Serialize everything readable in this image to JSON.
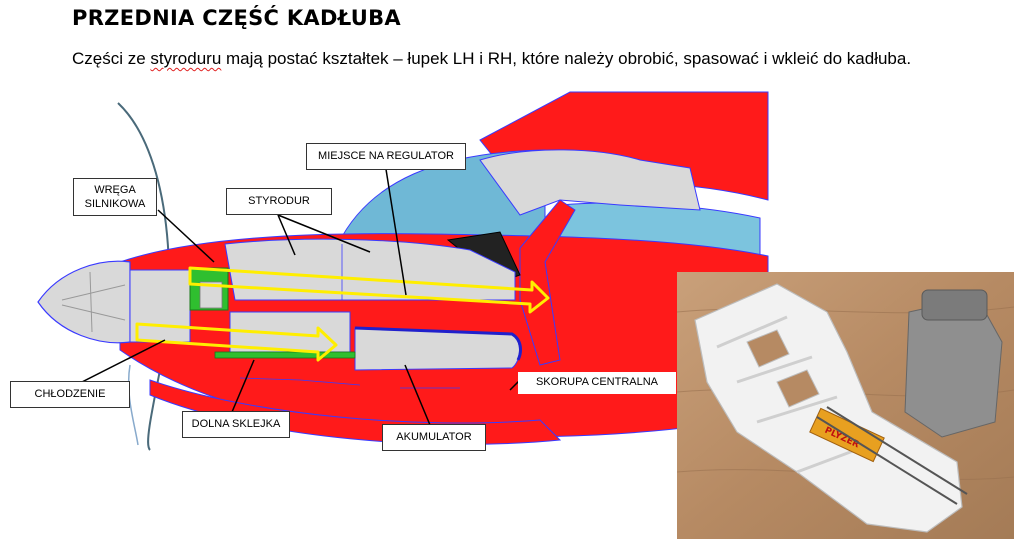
{
  "header": {
    "title": "PRZEDNIA CZĘŚĆ KADŁUBA"
  },
  "intro": {
    "before": "Części ze ",
    "misspelled": "styroduru",
    "after": " mają postać kształtek – łupek LH i RH, które należy obrobić, spasować i wkleić do kadłuba."
  },
  "callouts": {
    "wrega": "WRĘGA SILNIKOWA",
    "styrodur": "STYRODUR",
    "regulator": "MIEJSCE NA REGULATOR",
    "chlodzenie": "CHŁODZENIE",
    "sklejka": "DOLNA SKLEJKA",
    "akumulator": "AKUMULATOR",
    "skorupa": "SKORUPA CENTRALNA"
  },
  "colors": {
    "fuselage": "#ff1a1a",
    "styrodur": "#d9d9d9",
    "canopy": "#6fb8d6",
    "arrow": "#ffee00",
    "plywood": "#2fbf2f",
    "outline": "#3a3aff"
  },
  "photo": {
    "battery_text": "PLYZER"
  }
}
